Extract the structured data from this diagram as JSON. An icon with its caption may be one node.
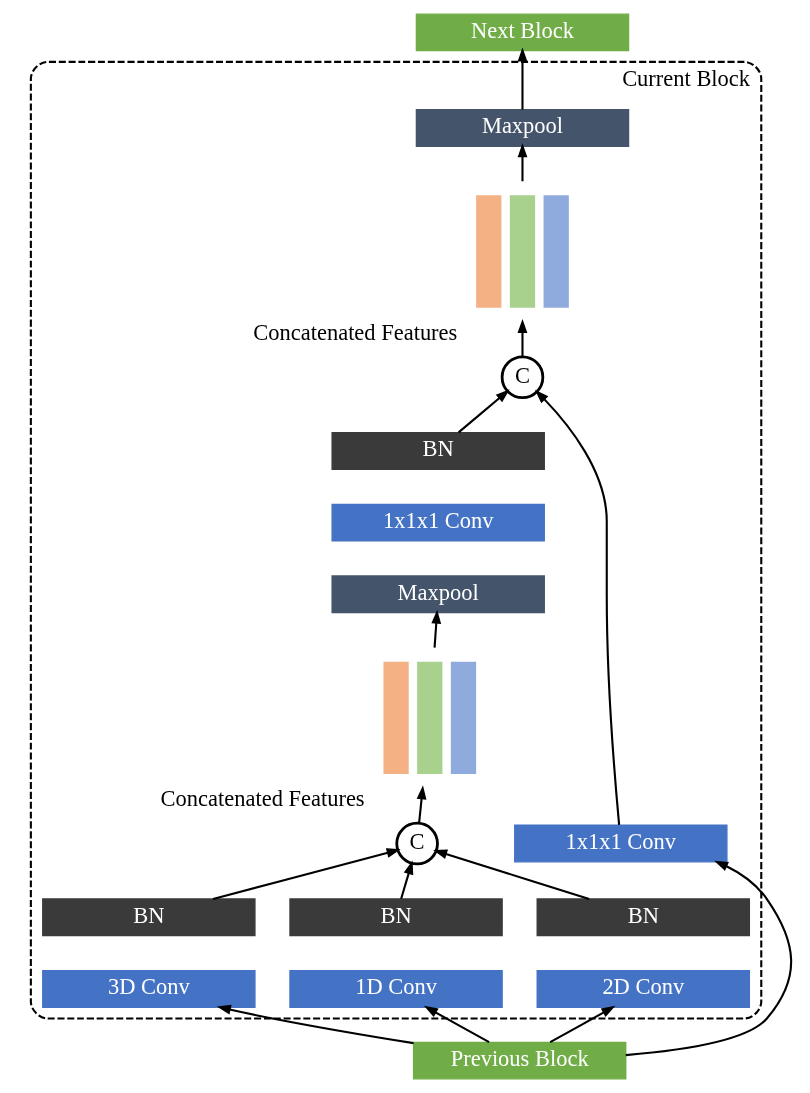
{
  "diagram": {
    "nodes": [
      {
        "text": [
          "Next Block"
        ]
      },
      {
        "text": [
          "Current Block"
        ]
      },
      {
        "text": [
          "Maxpool"
        ],
        "in": 1
      },
      {
        "text": [],
        "shape": "bar",
        "beside": [
          "Concatenated Features"
        ],
        "in": 1
      },
      {
        "text": [
          "C"
        ],
        "in": 1
      },
      {
        "text": [
          "1x1x1 Conv"
        ],
        "in": 1
      },
      {
        "text": [
          "BN"
        ],
        "in": 1
      },
      {
        "text": [
          "1x1x1 Conv"
        ],
        "in": 1
      },
      {
        "text": [
          "Maxpool"
        ],
        "in": 1
      },
      {
        "text": [],
        "shape": "bar",
        "beside": [
          "Concatenated Features"
        ],
        "in": 1
      },
      {
        "text": [
          "C"
        ],
        "in": 1
      },
      {
        "text": [
          "BN"
        ],
        "in": 1
      },
      {
        "text": [
          "2D Conv"
        ],
        "in": 1
      },
      {
        "text": [
          "BN"
        ],
        "in": 1
      },
      {
        "text": [
          "1D Conv"
        ],
        "in": 1
      },
      {
        "text": [
          "BN"
        ],
        "in": 1
      },
      {
        "text": [
          "3D Conv"
        ],
        "in": 1
      },
      {
        "text": [
          "Previous Block"
        ]
      }
    ],
    "edges": [
      {
        "from": 17,
        "to": 5,
        "arrow": "to"
      },
      {
        "from": 17,
        "to": 12,
        "arrow": "to"
      },
      {
        "from": 17,
        "to": 14,
        "arrow": "to"
      },
      {
        "from": 17,
        "to": 16,
        "arrow": "to"
      },
      {
        "from": 11,
        "to": 10,
        "arrow": "to"
      },
      {
        "from": 13,
        "to": 10,
        "arrow": "to"
      },
      {
        "from": 15,
        "to": 10,
        "arrow": "to"
      },
      {
        "from": 10,
        "to": 9,
        "arrow": "to"
      },
      {
        "from": 9,
        "to": 8,
        "arrow": "to"
      },
      {
        "from": 6,
        "to": 4,
        "arrow": "to"
      },
      {
        "from": 5,
        "to": 4,
        "arrow": "to"
      },
      {
        "from": 4,
        "to": 3,
        "arrow": "to"
      },
      {
        "from": 3,
        "to": 2,
        "arrow": "to"
      },
      {
        "from": 2,
        "to": 0,
        "arrow": "to"
      }
    ]
  }
}
